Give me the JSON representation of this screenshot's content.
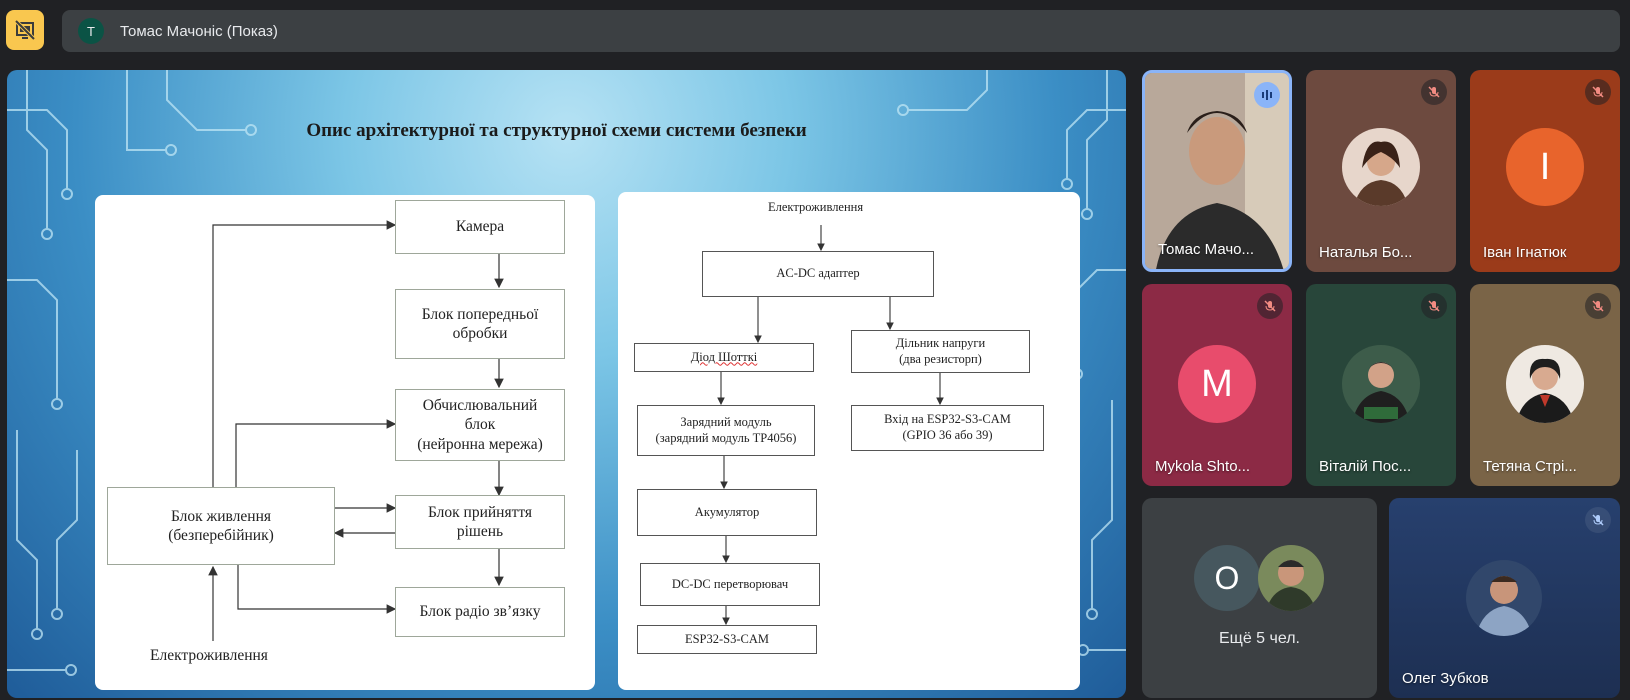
{
  "presentation_bar": {
    "avatar_letter": "T",
    "presenter_label": "Томас Мачоніс (Показ)",
    "stop_icon": "stop-presenting-icon"
  },
  "slide": {
    "title": "Опис архітектурної та структурної схеми системи безпеки",
    "left_diagram": {
      "camera": "Камера",
      "preprocess_1": "Блок попередньої",
      "preprocess_2": "обробки",
      "compute_1": "Обчислювальний",
      "compute_2": "блок",
      "compute_3": "(нейронна мережа)",
      "power_1": "Блок живлення",
      "power_2": "(безперебійник)",
      "decision_1": "Блок прийняття",
      "decision_2": "рішень",
      "radio": "Блок радіо зв’язку",
      "supply": "Електроживлення"
    },
    "right_diagram": {
      "supply": "Електроживлення",
      "adapter": "AC-DC адаптер",
      "diode": "Діод Шотткі",
      "divider_1": "Дільник напруги",
      "divider_2": "(два резисторп)",
      "charger_1": "Зарядний модуль",
      "charger_2": "(зарядний модуль TP4056)",
      "input_1": "Вхід на ESP32-S3-CAM",
      "input_2": "(GPIO 36 або 39)",
      "battery": "Акумулятор",
      "dcdc": "DC-DC перетворювач",
      "esp": "ESP32-S3-CAM"
    }
  },
  "participants": [
    {
      "name": "Томас Мачо...",
      "type": "video",
      "status": "speaking"
    },
    {
      "name": "Наталья Бо...",
      "type": "photo",
      "status": "muted"
    },
    {
      "name": "Іван Ігнатюк",
      "type": "letter",
      "letter": "І",
      "status": "muted",
      "color": "#e8642c"
    },
    {
      "name": "Mykola Shto...",
      "type": "letter",
      "letter": "M",
      "status": "muted",
      "color": "#e84c6c"
    },
    {
      "name": "Віталій Пос...",
      "type": "photo",
      "status": "muted"
    },
    {
      "name": "Тетяна Стрі...",
      "type": "photo",
      "status": "muted"
    },
    {
      "name": "Олег Зубков",
      "type": "photo",
      "status": "muted"
    }
  ],
  "others": {
    "letter": "О",
    "label": "Ещё 5 чел."
  },
  "colors": {
    "accent": "#f9c74f",
    "speaking": "#8ab4f8",
    "bg": "#202124"
  }
}
